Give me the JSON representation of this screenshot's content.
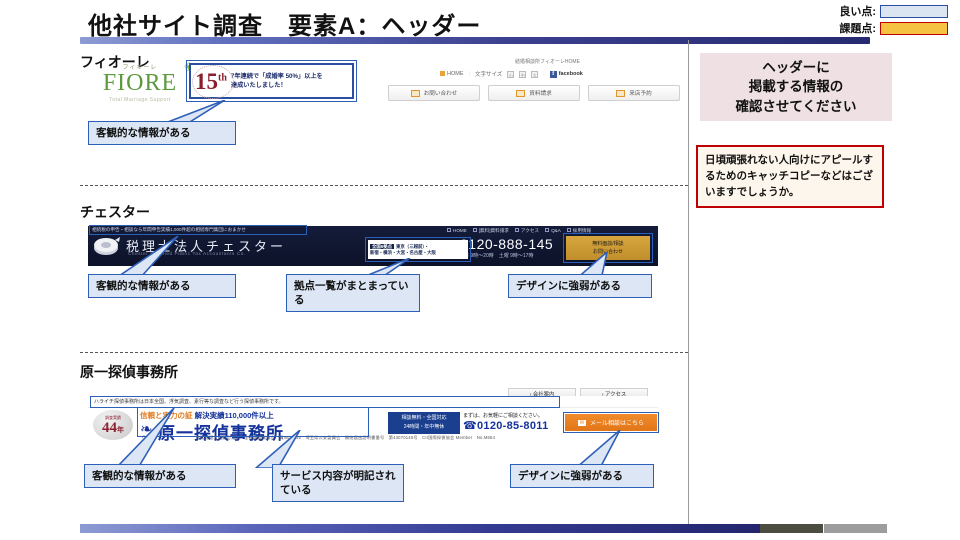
{
  "slide": {
    "title": "他社サイト調査　要素A：ヘッダー"
  },
  "legend": {
    "good_label": "良い点:",
    "issue_label": "課題点:",
    "good_fill": "#dbe5f1",
    "good_border": "#2b4ea2",
    "issue_fill": "#f5c242",
    "issue_border": "#c00000"
  },
  "sites": [
    {
      "label": "フィオーレ",
      "logo": {
        "kana": "フィオーレ",
        "word": "FIORE",
        "tagline": "Total Marriage Support"
      },
      "badge": {
        "ring_text": "おかげさまで15年",
        "number": "15",
        "suffix": "th",
        "message_line1": "7年連続で「成婚率 50%」以上を",
        "message_line2": "達成いたしました！",
        "highlight": "成婚率 50%"
      },
      "home_text": "結婚相談所フィオーレHOME",
      "nav": [
        "HOME",
        "文字サイズ"
      ],
      "size_buttons": [
        "小",
        "中",
        "大"
      ],
      "social": "facebook",
      "buttons": [
        "お問い合わせ",
        "資料請求",
        "来店予約"
      ]
    },
    {
      "label": "チェスター",
      "tagline": "相続税の申告・相談なら年間申告実績1,000件超の相続専門集団におまかせ",
      "name": "税理士法人チェスター",
      "name_en": "Chester Certified Public Tax Accountants Co.",
      "nav": [
        "HOME",
        "[無料]資料請求",
        "アクセス",
        "Q&A",
        "採用情報"
      ],
      "locations_badge": "全国6拠点",
      "locations_line1": "東京（三越前）・",
      "locations_line2": "新宿・横浜・大宮・名古屋・大阪",
      "phone": "0120-888-145",
      "hours": "平日 9時〜20時　土曜 9時〜17時",
      "cta_line1": "無料面談/相談",
      "cta_line2": "お問い合わせ"
    },
    {
      "label": "原一探偵事務所",
      "topline": "ハライチ探偵事務所は日本全国、浮気調査、素行等な調査など行う探偵事務所です。",
      "badge_label": "調査実績",
      "badge_number": "44",
      "badge_unit": "年",
      "slogan_orange": "信頼と実力の証",
      "slogan_blue": "解決実績110,000件以上",
      "name": "原一探偵事務所",
      "name_kana": "ハライチ",
      "legal": "内閣総理大臣認可法人　全国調査業協会　員No.3015　埼玉県公安委員会　開始届出証明書番号　第43070145号　CII国際探偵協会 Member　No.M654",
      "nav_buttons": [
        "› 会社案内",
        "› アクセス"
      ],
      "blue_line1": "相談無料・全国対応",
      "blue_line2": "24時間・年中無休",
      "mid_text": "まずは、お気軽にご相談ください。",
      "phone": "☎0120-85-8011",
      "cta": "メール相談はこちら"
    }
  ],
  "callouts": [
    {
      "text": "客観的な情報がある"
    },
    {
      "text": "客観的な情報がある"
    },
    {
      "text": "拠点一覧がまとまっている"
    },
    {
      "text": "デザインに強弱がある"
    },
    {
      "text": "客観的な情報がある"
    },
    {
      "text": "サービス内容が明記されている"
    },
    {
      "text": "デザインに強弱がある"
    }
  ],
  "right_panel": {
    "heading_line1": "ヘッダーに",
    "heading_line2": "掲載する情報の",
    "heading_line3": "確認させてください",
    "note": "日頃頑張れない人向けにアピールするためのキャッチコピーなどはございますでしょうか。",
    "heading_bg": "#eee0e3",
    "note_border": "#c00000",
    "note_bg": "#fdf6ec"
  }
}
